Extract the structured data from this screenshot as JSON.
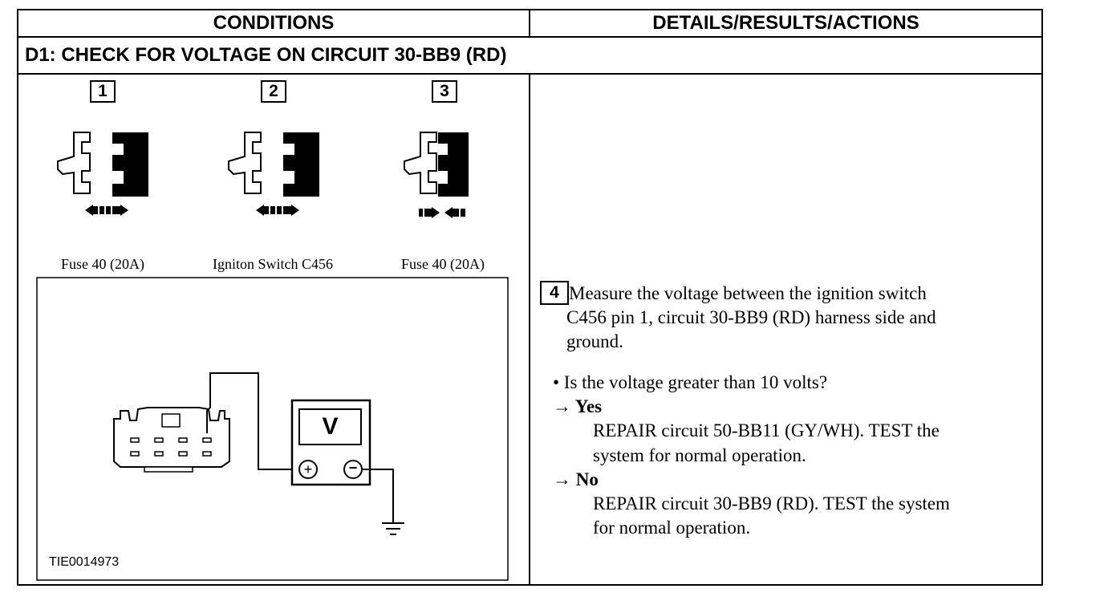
{
  "table": {
    "header_left": "CONDITIONS",
    "header_right": "DETAILS/RESULTS/ACTIONS",
    "step_title": "D1: CHECK FOR VOLTAGE ON CIRCUIT 30-BB9 (RD)"
  },
  "steps": [
    {
      "number": "1",
      "caption": "Fuse 40 (20A)",
      "connector_state": "disconnect"
    },
    {
      "number": "2",
      "caption": "Igniton Switch C456",
      "connector_state": "disconnect"
    },
    {
      "number": "3",
      "caption": "Fuse 40 (20A)",
      "connector_state": "connect"
    }
  ],
  "diagram": {
    "meter_label": "V",
    "plus_symbol": "+",
    "minus_symbol": "−",
    "figure_id": "TIE0014973"
  },
  "details": {
    "step_number": "4",
    "instruction_lines": [
      "Measure the voltage between the ignition switch",
      "C456 pin 1, circuit 30-BB9 (RD) harness side and",
      "ground."
    ],
    "question": "• Is the voltage greater than 10 volts?",
    "yes_label": "→ Yes",
    "yes_action_lines": [
      "REPAIR circuit 50-BB11 (GY/WH). TEST the",
      "system for normal operation."
    ],
    "no_label": "→ No",
    "no_action_lines": [
      "REPAIR circuit 30-BB9 (RD). TEST the system",
      "for normal operation."
    ]
  }
}
